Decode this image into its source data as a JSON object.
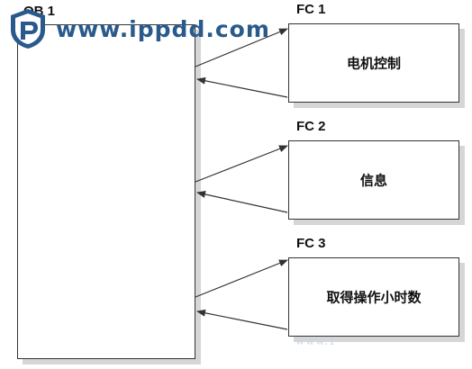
{
  "ob": {
    "title": "OB 1"
  },
  "fc_blocks": [
    {
      "title": "FC 1",
      "label": "电机控制"
    },
    {
      "title": "FC 2",
      "label": "信息"
    },
    {
      "title": "FC 3",
      "label": "取得操作小时数"
    }
  ],
  "watermark": {
    "text": "www.ippdd.com",
    "bottom_text": "www.1"
  },
  "colors": {
    "line": "#333333",
    "shadow": "#d6d6d6",
    "watermark": "#2a5a8c"
  }
}
